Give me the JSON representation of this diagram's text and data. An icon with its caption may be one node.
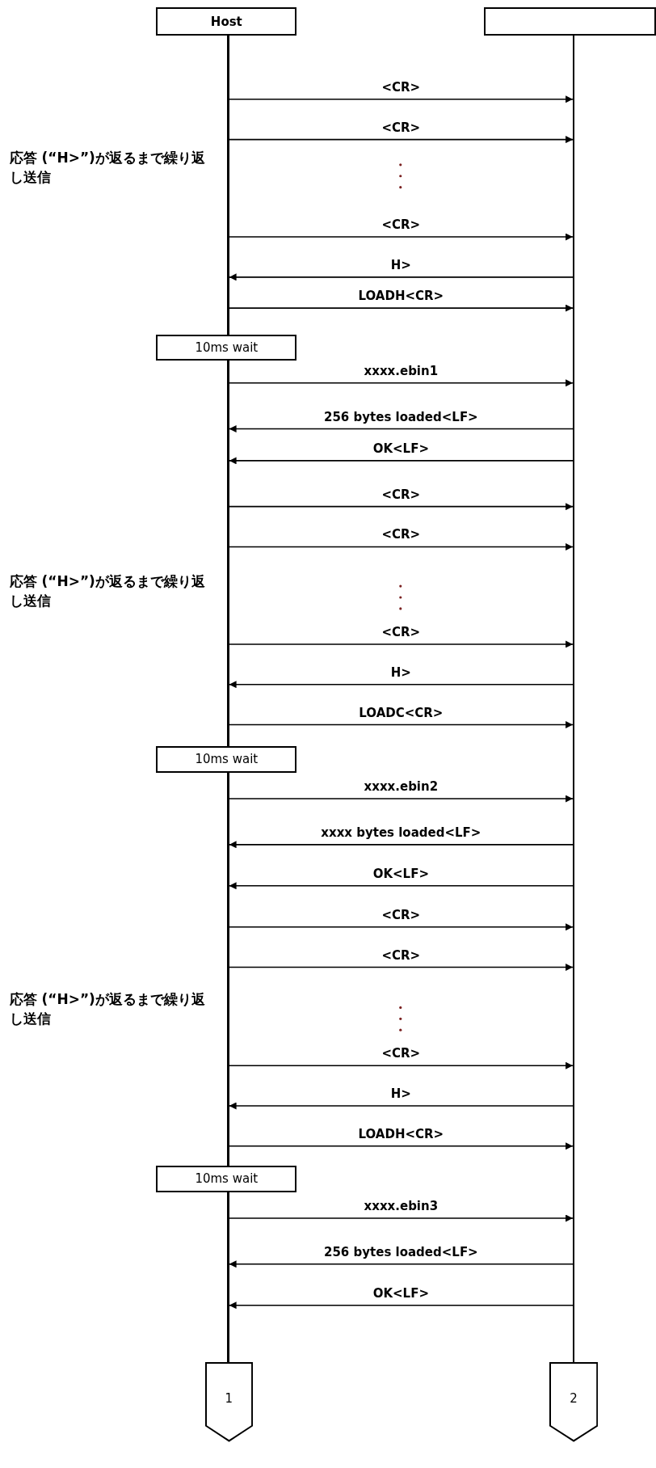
{
  "diagram": {
    "nodes": [
      {
        "text": [
          "Host"
        ]
      },
      {
        "text": [],
        "shape": "box"
      },
      {
        "text": [],
        "shape": "line"
      },
      {
        "text": [],
        "shape": "line"
      },
      {
        "text": [
          "10ms wait"
        ]
      },
      {
        "text": [
          "10ms wait"
        ]
      },
      {
        "text": [
          "10ms wait"
        ]
      },
      {
        "text": [
          "1"
        ]
      },
      {
        "text": [
          "2"
        ]
      }
    ],
    "edges": [
      {
        "from": 2,
        "to": 3,
        "arrow": "to",
        "label": "<CR>"
      },
      {
        "from": 2,
        "to": 3,
        "arrow": "to",
        "label": "<CR>"
      },
      {
        "from": 2,
        "to": 3,
        "arrow": "to",
        "label": "<CR>"
      },
      {
        "from": 3,
        "to": 2,
        "arrow": "to",
        "label": "H>"
      },
      {
        "from": 2,
        "to": 3,
        "arrow": "to",
        "label": "LOADH<CR>"
      },
      {
        "from": 2,
        "to": 3,
        "arrow": "to",
        "label": "xxxx.ebin1"
      },
      {
        "from": 3,
        "to": 2,
        "arrow": "to",
        "label": "256 bytes loaded<LF>"
      },
      {
        "from": 3,
        "to": 2,
        "arrow": "to",
        "label": "OK<LF>"
      },
      {
        "from": 2,
        "to": 3,
        "arrow": "to",
        "label": "<CR>"
      },
      {
        "from": 2,
        "to": 3,
        "arrow": "to",
        "label": "<CR>"
      },
      {
        "from": 2,
        "to": 3,
        "arrow": "to",
        "label": "<CR>"
      },
      {
        "from": 3,
        "to": 2,
        "arrow": "to",
        "label": "H>"
      },
      {
        "from": 2,
        "to": 3,
        "arrow": "to",
        "label": "LOADC<CR>"
      },
      {
        "from": 2,
        "to": 3,
        "arrow": "to",
        "label": "xxxx.ebin2"
      },
      {
        "from": 3,
        "to": 2,
        "arrow": "to",
        "label": "xxxx bytes loaded<LF>"
      },
      {
        "from": 3,
        "to": 2,
        "arrow": "to",
        "label": "OK<LF>"
      },
      {
        "from": 2,
        "to": 3,
        "arrow": "to",
        "label": "<CR>"
      },
      {
        "from": 2,
        "to": 3,
        "arrow": "to",
        "label": "<CR>"
      },
      {
        "from": 2,
        "to": 3,
        "arrow": "to",
        "label": "<CR>"
      },
      {
        "from": 3,
        "to": 2,
        "arrow": "to",
        "label": "H>"
      },
      {
        "from": 2,
        "to": 3,
        "arrow": "to",
        "label": "LOADH<CR>"
      },
      {
        "from": 2,
        "to": 3,
        "arrow": "to",
        "label": "xxxx.ebin3"
      },
      {
        "from": 3,
        "to": 2,
        "arrow": "to",
        "label": "256 bytes loaded<LF>"
      },
      {
        "from": 3,
        "to": 2,
        "arrow": "to",
        "label": "OK<LF>"
      }
    ],
    "labels": [
      "応答 (“H>”)が返るまで繰り返し送信",
      "応答 (“H>”)が返るまで繰り返し送信",
      "応答 (“H>”)が返るまで繰り返し送信"
    ]
  }
}
